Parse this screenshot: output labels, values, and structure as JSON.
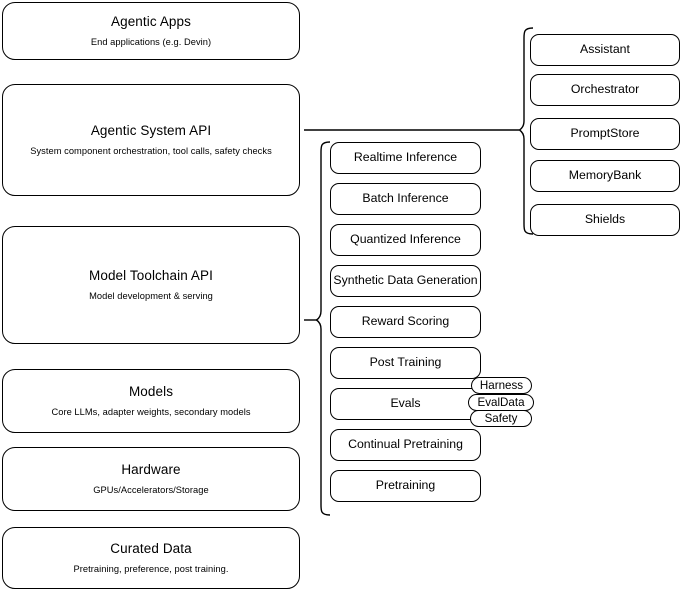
{
  "diagram": {
    "type": "layered-architecture-stack",
    "background_color": "#ffffff",
    "line_color": "#000000",
    "layers": [
      {
        "id": "agentic-apps",
        "title": "Agentic Apps",
        "subtitle": "End applications (e.g. Devin)"
      },
      {
        "id": "agentic-system-api",
        "title": "Agentic System API",
        "subtitle": "System component orchestration, tool calls, safety checks"
      },
      {
        "id": "model-toolchain-api",
        "title": "Model Toolchain API",
        "subtitle": "Model development & serving"
      },
      {
        "id": "models",
        "title": "Models",
        "subtitle": "Core LLMs, adapter weights, secondary models"
      },
      {
        "id": "hardware",
        "title": "Hardware",
        "subtitle": "GPUs/Accelerators/Storage"
      },
      {
        "id": "curated-data",
        "title": "Curated Data",
        "subtitle": "Pretraining, preference, post training."
      }
    ],
    "toolchain_capabilities": [
      {
        "id": "realtime-inference",
        "label": "Realtime Inference"
      },
      {
        "id": "batch-inference",
        "label": "Batch Inference"
      },
      {
        "id": "quantized-inference",
        "label": "Quantized Inference"
      },
      {
        "id": "synthetic-data-generation",
        "label": "Synthetic Data Generation"
      },
      {
        "id": "reward-scoring",
        "label": "Reward Scoring"
      },
      {
        "id": "post-training",
        "label": "Post Training"
      },
      {
        "id": "evals",
        "label": "Evals"
      },
      {
        "id": "continual-pretraining",
        "label": "Continual Pretraining"
      },
      {
        "id": "pretraining",
        "label": "Pretraining"
      }
    ],
    "system_components": [
      {
        "id": "assistant",
        "label": "Assistant"
      },
      {
        "id": "orchestrator",
        "label": "Orchestrator"
      },
      {
        "id": "promptstore",
        "label": "PromptStore"
      },
      {
        "id": "memorybank",
        "label": "MemoryBank"
      },
      {
        "id": "shields",
        "label": "Shields"
      }
    ],
    "evals_badges": [
      {
        "id": "harness",
        "label": "Harness"
      },
      {
        "id": "evaldata",
        "label": "EvalData"
      },
      {
        "id": "safety",
        "label": "Safety"
      }
    ]
  }
}
